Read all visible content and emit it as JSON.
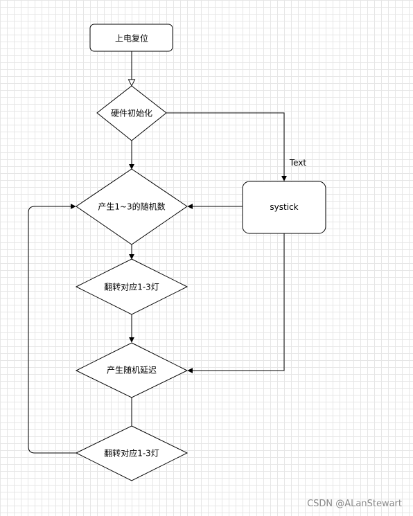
{
  "nodes": {
    "power_reset": "上电复位",
    "hw_init": "硬件初始化",
    "gen_random": "产生1~3的随机数",
    "systick": "systick",
    "toggle_led_1": "翻转对应1-3灯",
    "random_delay": "产生随机延迟",
    "toggle_led_2": "翻转对应1-3灯"
  },
  "edge_labels": {
    "init_to_systick": "Text"
  },
  "watermark": "CSDN @ALanStewart",
  "colors": {
    "stroke": "#000000",
    "fill": "#ffffff",
    "grid": "#e6e6e6",
    "watermark": "#8a8a8a"
  }
}
